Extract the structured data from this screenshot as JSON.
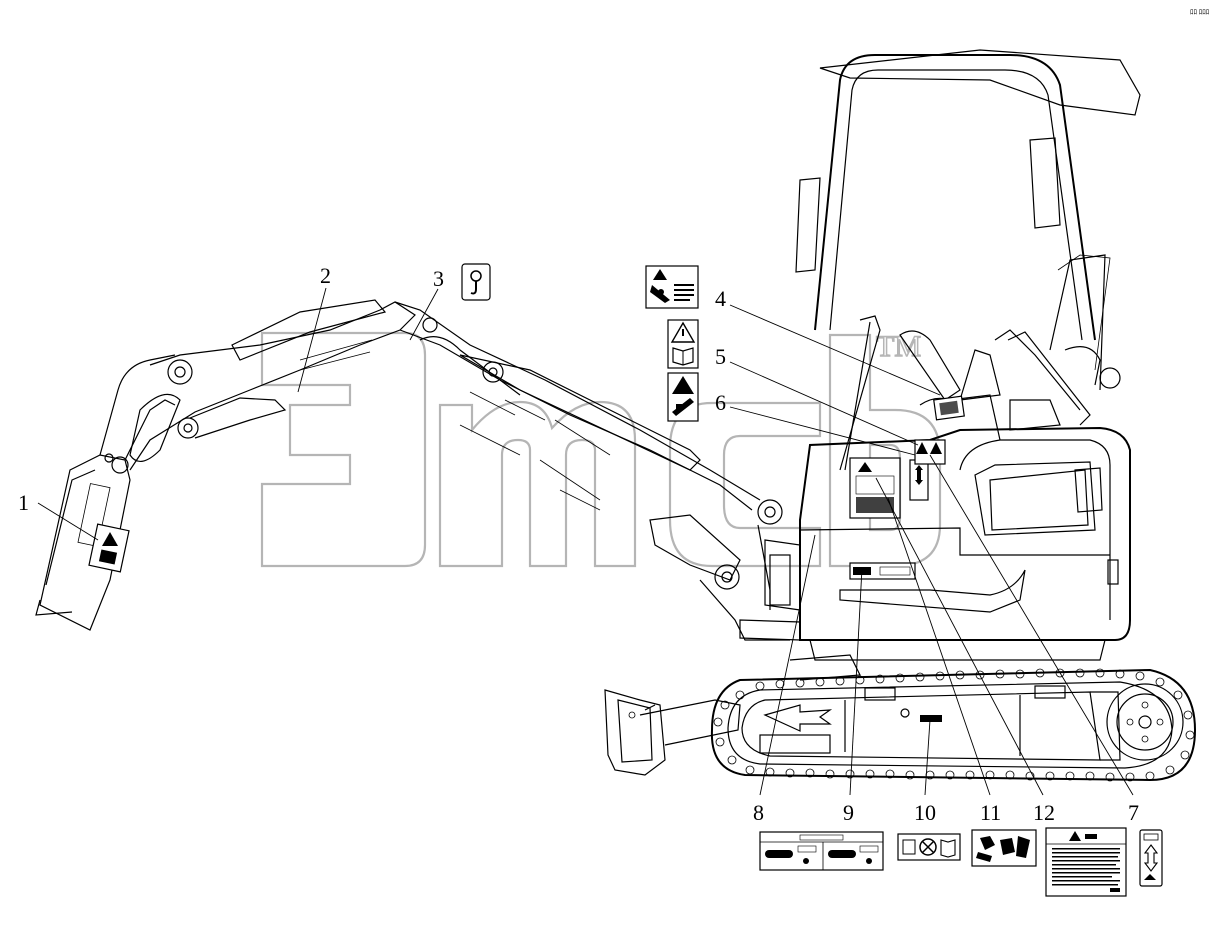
{
  "diagram": {
    "corner_mark": "ﾛﾛ ﾛﾛﾛ",
    "watermark_tm": "TM",
    "callouts": [
      {
        "id": "1",
        "label": "1"
      },
      {
        "id": "2",
        "label": "2"
      },
      {
        "id": "3",
        "label": "3"
      },
      {
        "id": "4",
        "label": "4"
      },
      {
        "id": "5",
        "label": "5"
      },
      {
        "id": "6",
        "label": "6"
      },
      {
        "id": "7",
        "label": "7"
      },
      {
        "id": "8",
        "label": "8"
      },
      {
        "id": "9",
        "label": "9"
      },
      {
        "id": "10",
        "label": "10"
      },
      {
        "id": "11",
        "label": "11"
      },
      {
        "id": "12",
        "label": "12"
      }
    ],
    "decal_icons": {
      "lift_hook": "hook-icon",
      "warning": "warning-triangle-icon",
      "manual": "book-icon",
      "crush_hazard": "crush-hazard-icon",
      "no_entry": "circle-x-icon",
      "travel_direction": "arrow-icon"
    },
    "colors": {
      "line": "#000000",
      "watermark": "#b5b5b5",
      "background": "#ffffff"
    }
  }
}
